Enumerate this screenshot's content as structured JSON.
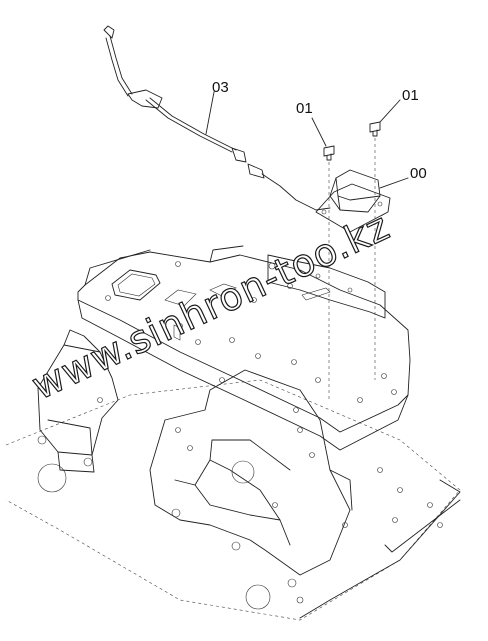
{
  "callouts": [
    {
      "id": "03",
      "text": "03"
    },
    {
      "id": "01a",
      "text": "01"
    },
    {
      "id": "01b",
      "text": "01"
    },
    {
      "id": "00",
      "text": "00"
    }
  ],
  "watermark": "www.sinhron-too.kz",
  "colors": {
    "line": "#222222",
    "background": "#ffffff"
  }
}
